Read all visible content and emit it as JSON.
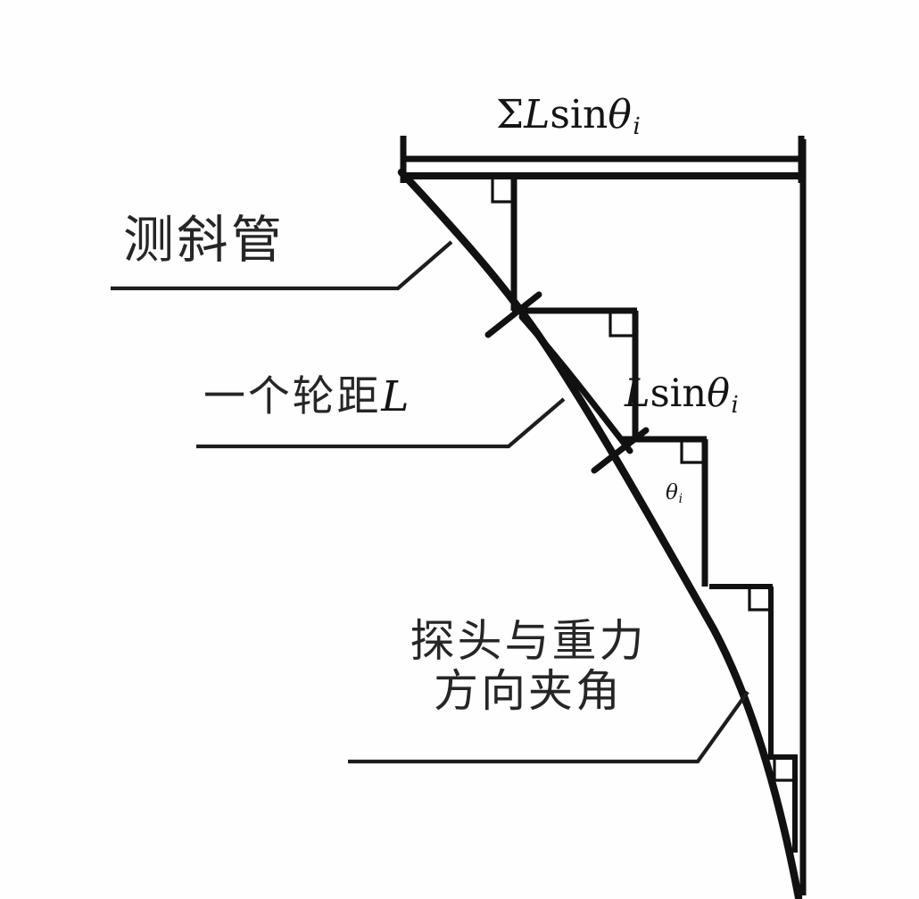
{
  "figure": {
    "kind": "engineering-diagram",
    "subject": "inclinometer casing deflection measurement principle",
    "background_color": "#fefefe",
    "line_color": "#111111"
  },
  "labels": {
    "sum_prefix": "Σ",
    "sum_base": "L",
    "sum_fn": "sin",
    "sum_theta": "θ",
    "sum_sub": "i",
    "seg_base": "L",
    "seg_fn": "sin",
    "seg_theta": "θ",
    "seg_sub": "i",
    "angle_theta": "θ",
    "angle_sub": "i",
    "casing": "测斜管",
    "wheelbase_cn": "一个轮距",
    "wheelbase_sym": "L",
    "probe_line1": "探头与重力",
    "probe_line2": "方向夹角"
  },
  "chart_data": {
    "type": "line",
    "title": "",
    "xlabel": "",
    "ylabel": "",
    "grid": false,
    "legend": "none",
    "annotations": [
      "ΣLsinθi",
      "Lsinθi",
      "θi",
      "测斜管",
      "一个轮距L",
      "探头与重力方向夹角"
    ],
    "series": [
      {
        "name": "inclinometer-casing-curve",
        "points": [
          [
            450,
            195
          ],
          [
            510,
            272
          ],
          [
            575,
            347
          ],
          [
            640,
            425
          ],
          [
            700,
            497
          ],
          [
            752,
            572
          ],
          [
            795,
            650
          ],
          [
            830,
            730
          ],
          [
            858,
            812
          ],
          [
            878,
            896
          ],
          [
            893,
            985
          ]
        ]
      },
      {
        "name": "vertical-reference-line",
        "points": [
          [
            900,
            155
          ],
          [
            900,
            1000
          ]
        ]
      },
      {
        "name": "total-deflection-dimension-line",
        "points": [
          [
            450,
            180
          ],
          [
            900,
            180
          ]
        ]
      }
    ],
    "staircase_steps": [
      {
        "from": [
          450,
          195
        ],
        "to_h": [
          893,
          195
        ],
        "drop_to": [
          575,
          347
        ],
        "corner_x": 575
      },
      {
        "from": [
          575,
          347
        ],
        "to_h": [
          712,
          347
        ],
        "drop_to": [
          712,
          490
        ],
        "corner_x": 712
      },
      {
        "from": [
          700,
          497
        ],
        "to_h": [
          790,
          490
        ],
        "drop_to": [
          790,
          655
        ],
        "corner_x": 790
      },
      {
        "from": [
          795,
          650
        ],
        "to_h": [
          862,
          655
        ],
        "drop_to": [
          862,
          845
        ],
        "corner_x": 862
      },
      {
        "from": [
          858,
          812
        ],
        "to_h": [
          890,
          845
        ],
        "drop_to": [
          890,
          950
        ],
        "corner_x": 890
      }
    ],
    "probe_rod_segment": {
      "start": [
        575,
        347
      ],
      "end": [
        700,
        497
      ],
      "tick_marks": 2
    }
  }
}
